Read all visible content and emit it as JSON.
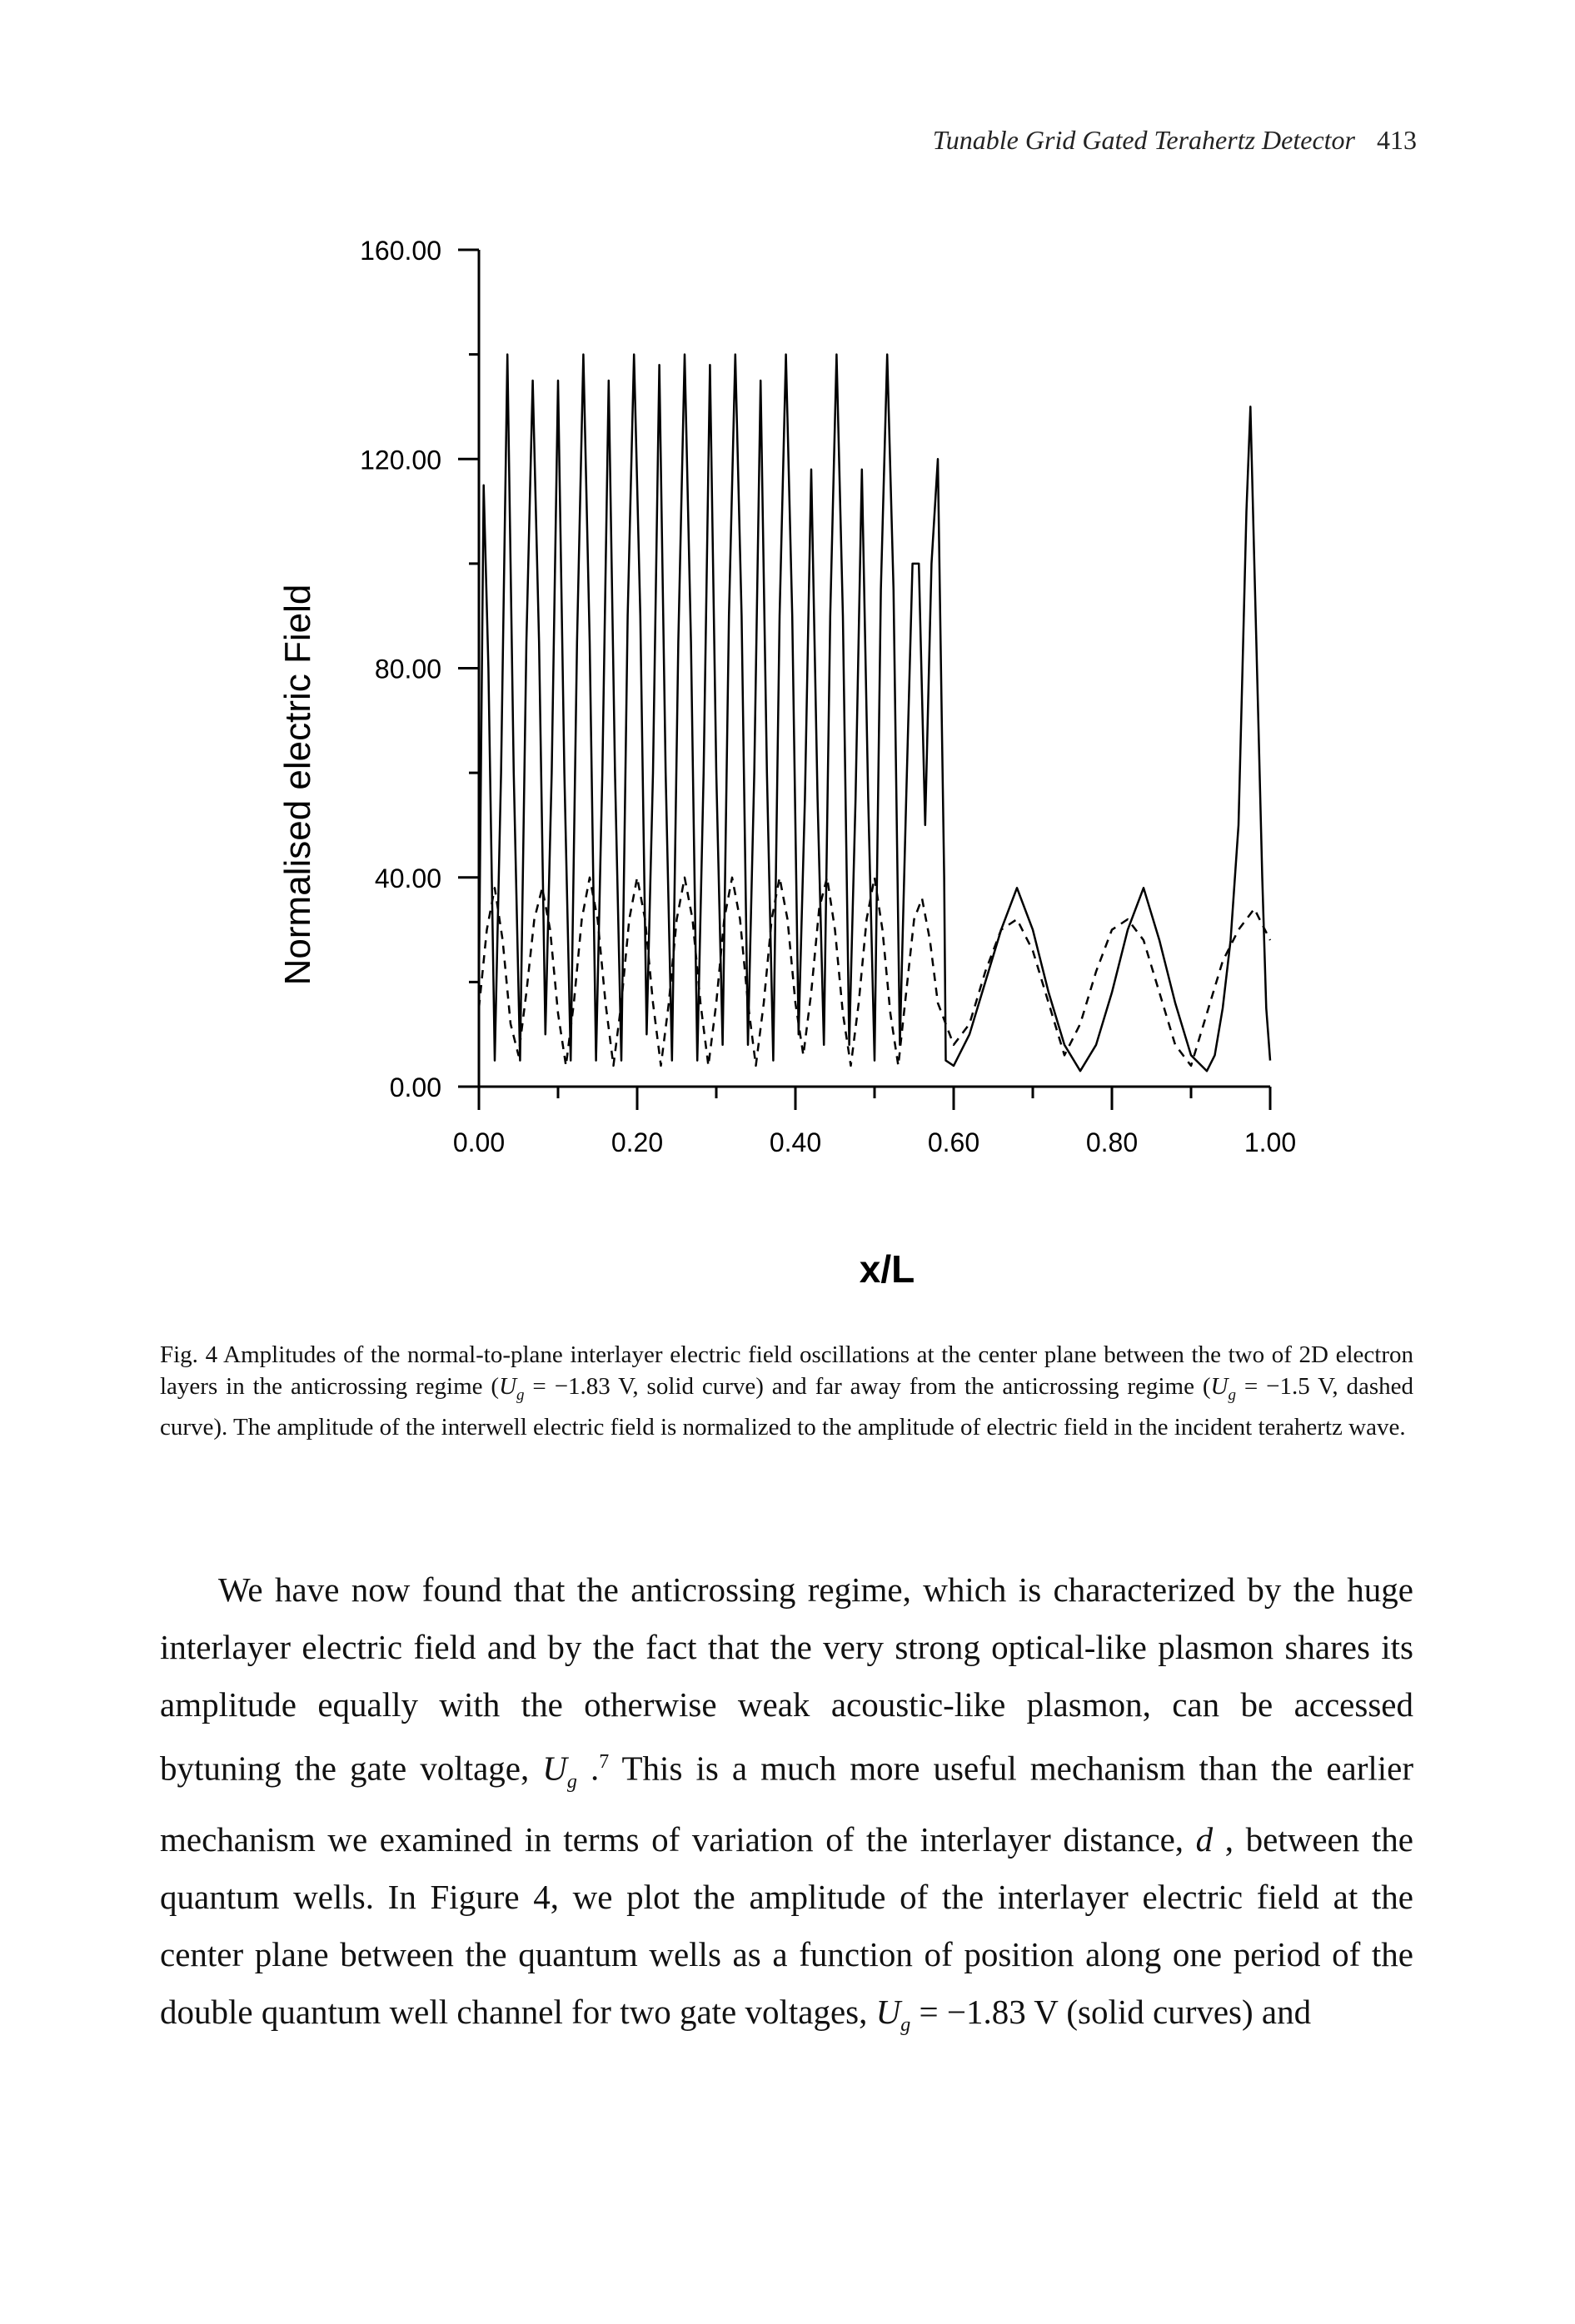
{
  "header": {
    "running_title": "Tunable Grid Gated Terahertz Detector",
    "page_number": "413"
  },
  "figure": {
    "ylabel": "Normalised electric Field",
    "xlabel": "x/L"
  },
  "chart_data": {
    "type": "line",
    "xlabel": "x/L",
    "ylabel": "Normalised electric Field",
    "xlim": [
      0.0,
      1.0
    ],
    "ylim": [
      0.0,
      160.0
    ],
    "x_ticks": [
      "0.00",
      "0.20",
      "0.40",
      "0.60",
      "0.80",
      "1.00"
    ],
    "y_ticks": [
      "0.00",
      "40.00",
      "80.00",
      "120.00",
      "160.00"
    ],
    "x_tick_values": [
      0.0,
      0.2,
      0.4,
      0.6,
      0.8,
      1.0
    ],
    "y_tick_values": [
      0.0,
      40.0,
      80.0,
      120.0,
      160.0
    ],
    "grid": false,
    "series": [
      {
        "style": "solid",
        "color": "#000000",
        "x": [
          0.0,
          0.006,
          0.012,
          0.02,
          0.028,
          0.036,
          0.044,
          0.052,
          0.06,
          0.068,
          0.076,
          0.084,
          0.092,
          0.1,
          0.108,
          0.116,
          0.124,
          0.132,
          0.14,
          0.148,
          0.156,
          0.164,
          0.172,
          0.18,
          0.188,
          0.196,
          0.204,
          0.212,
          0.22,
          0.228,
          0.236,
          0.244,
          0.252,
          0.26,
          0.268,
          0.276,
          0.284,
          0.292,
          0.3,
          0.308,
          0.316,
          0.324,
          0.332,
          0.34,
          0.348,
          0.356,
          0.364,
          0.372,
          0.38,
          0.388,
          0.396,
          0.404,
          0.412,
          0.42,
          0.428,
          0.436,
          0.444,
          0.452,
          0.46,
          0.468,
          0.476,
          0.484,
          0.492,
          0.5,
          0.508,
          0.516,
          0.524,
          0.532,
          0.54,
          0.548,
          0.556,
          0.564,
          0.572,
          0.58,
          0.588,
          0.59,
          0.6,
          0.62,
          0.64,
          0.66,
          0.68,
          0.7,
          0.72,
          0.74,
          0.76,
          0.78,
          0.8,
          0.82,
          0.84,
          0.86,
          0.88,
          0.9,
          0.92,
          0.93,
          0.94,
          0.95,
          0.96,
          0.965,
          0.97,
          0.975,
          0.98,
          0.985,
          0.99,
          0.995,
          1.0
        ],
        "y": [
          20,
          115,
          80,
          5,
          60,
          140,
          60,
          5,
          85,
          135,
          85,
          10,
          60,
          135,
          60,
          5,
          85,
          140,
          85,
          5,
          60,
          135,
          60,
          5,
          90,
          140,
          90,
          10,
          60,
          138,
          60,
          5,
          85,
          140,
          85,
          5,
          60,
          138,
          60,
          8,
          90,
          140,
          90,
          8,
          60,
          135,
          60,
          5,
          90,
          140,
          90,
          10,
          55,
          118,
          55,
          8,
          90,
          140,
          90,
          8,
          55,
          118,
          55,
          5,
          95,
          140,
          95,
          8,
          55,
          100,
          100,
          50,
          100,
          120,
          40,
          5,
          4,
          10,
          20,
          30,
          38,
          30,
          18,
          8,
          3,
          8,
          18,
          30,
          38,
          28,
          16,
          6,
          3,
          6,
          15,
          28,
          50,
          80,
          110,
          130,
          100,
          70,
          40,
          15,
          5
        ]
      },
      {
        "style": "dashed",
        "color": "#000000",
        "x": [
          0.0,
          0.01,
          0.02,
          0.03,
          0.04,
          0.05,
          0.06,
          0.07,
          0.08,
          0.09,
          0.1,
          0.11,
          0.12,
          0.13,
          0.14,
          0.15,
          0.16,
          0.17,
          0.18,
          0.19,
          0.2,
          0.21,
          0.22,
          0.23,
          0.24,
          0.25,
          0.26,
          0.27,
          0.28,
          0.29,
          0.3,
          0.31,
          0.32,
          0.33,
          0.34,
          0.35,
          0.36,
          0.37,
          0.38,
          0.39,
          0.4,
          0.41,
          0.42,
          0.43,
          0.44,
          0.45,
          0.46,
          0.47,
          0.48,
          0.49,
          0.5,
          0.51,
          0.52,
          0.53,
          0.54,
          0.55,
          0.56,
          0.57,
          0.58,
          0.6,
          0.62,
          0.64,
          0.66,
          0.68,
          0.7,
          0.72,
          0.74,
          0.76,
          0.78,
          0.8,
          0.82,
          0.84,
          0.86,
          0.88,
          0.9,
          0.92,
          0.94,
          0.96,
          0.98,
          1.0
        ],
        "y": [
          15,
          30,
          38,
          28,
          12,
          6,
          18,
          32,
          38,
          30,
          14,
          4,
          16,
          32,
          40,
          32,
          16,
          4,
          16,
          32,
          40,
          32,
          16,
          4,
          16,
          32,
          40,
          32,
          16,
          4,
          16,
          32,
          40,
          32,
          16,
          4,
          16,
          32,
          40,
          32,
          16,
          6,
          18,
          34,
          40,
          30,
          14,
          4,
          16,
          32,
          40,
          30,
          14,
          4,
          18,
          32,
          36,
          28,
          16,
          8,
          12,
          22,
          30,
          32,
          26,
          16,
          6,
          12,
          22,
          30,
          32,
          28,
          18,
          8,
          4,
          14,
          24,
          30,
          34,
          28
        ]
      }
    ]
  },
  "caption": {
    "label": "Fig. 4",
    "text_before_ug1": "Amplitudes of the normal-to-plane interlayer electric field oscillations at the center plane between the two of 2D electron layers in the anticrossing regime (",
    "ug1_symbol": "U",
    "ug1_sub": "g",
    "ug1_value": " = −1.83  V, solid curve) and far away from the anticrossing regime (",
    "ug2_symbol": "U",
    "ug2_sub": "g",
    "ug2_value": " = −1.5  V, dashed curve). The amplitude of the interwell electric field is normalized to the amplitude of electric field in the incident terahertz wave."
  },
  "body": {
    "part1": "We have now found that the anticrossing regime, which is characterized by the huge interlayer electric field and by the fact that the very strong optical-like plasmon shares its amplitude equally with the otherwise weak acoustic-like plasmon, can be accessed bytuning the gate voltage, ",
    "ug_symbol": "U",
    "ug_sub": "g",
    "after_ug": " .",
    "ref": "7",
    "part2": " This is a much more useful mechanism than the earlier mechanism we examined in terms of variation of the interlayer distance, ",
    "d_symbol": "d",
    "part3": " , between the quantum wells. In Figure 4, we plot the amplitude of the interlayer electric field at the center plane between the quantum wells as a function of position along one period of the double quantum well channel for two gate voltages, ",
    "ug2_symbol": "U",
    "ug2_sub": "g",
    "part4": " = −1.83  V (solid curves) and"
  }
}
